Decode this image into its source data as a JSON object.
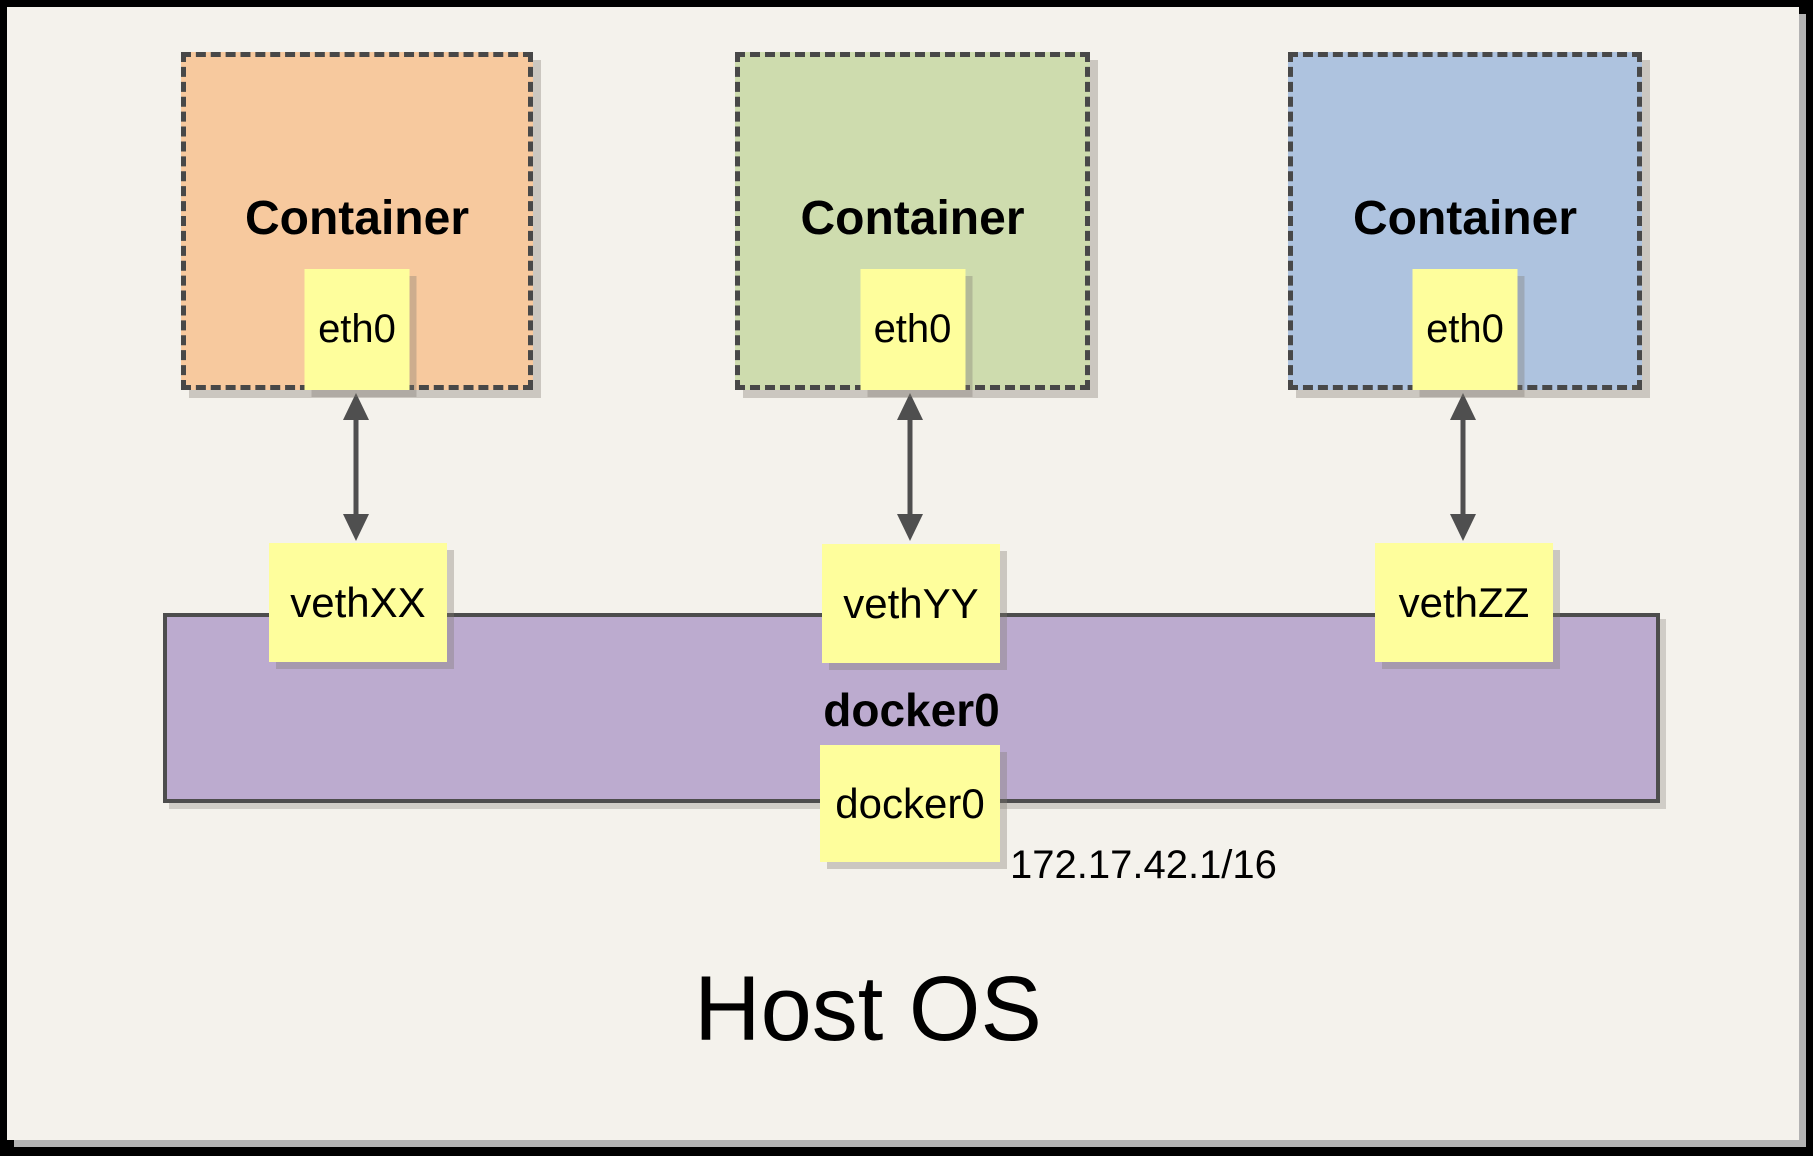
{
  "frame": {
    "background": "#F4F2EC",
    "border": "#000000",
    "shadow": "#B3B3B3"
  },
  "containers": [
    {
      "label": "Container",
      "interface_label": "eth0",
      "veth_label": "vethXX",
      "fill": "#F7C99E"
    },
    {
      "label": "Container",
      "interface_label": "eth0",
      "veth_label": "vethYY",
      "fill": "#CEDCAE"
    },
    {
      "label": "Container",
      "interface_label": "eth0",
      "veth_label": "vethZZ",
      "fill": "#AEC3DF"
    }
  ],
  "bridge": {
    "label": "docker0",
    "interface_label": "docker0",
    "subnet": "172.17.42.1/16",
    "fill": "#BCABCF"
  },
  "host": {
    "label": "Host OS"
  },
  "colors": {
    "node_fill": "#FEFE9C",
    "dashed_border": "#484848",
    "arrow": "#4F4F4F"
  }
}
